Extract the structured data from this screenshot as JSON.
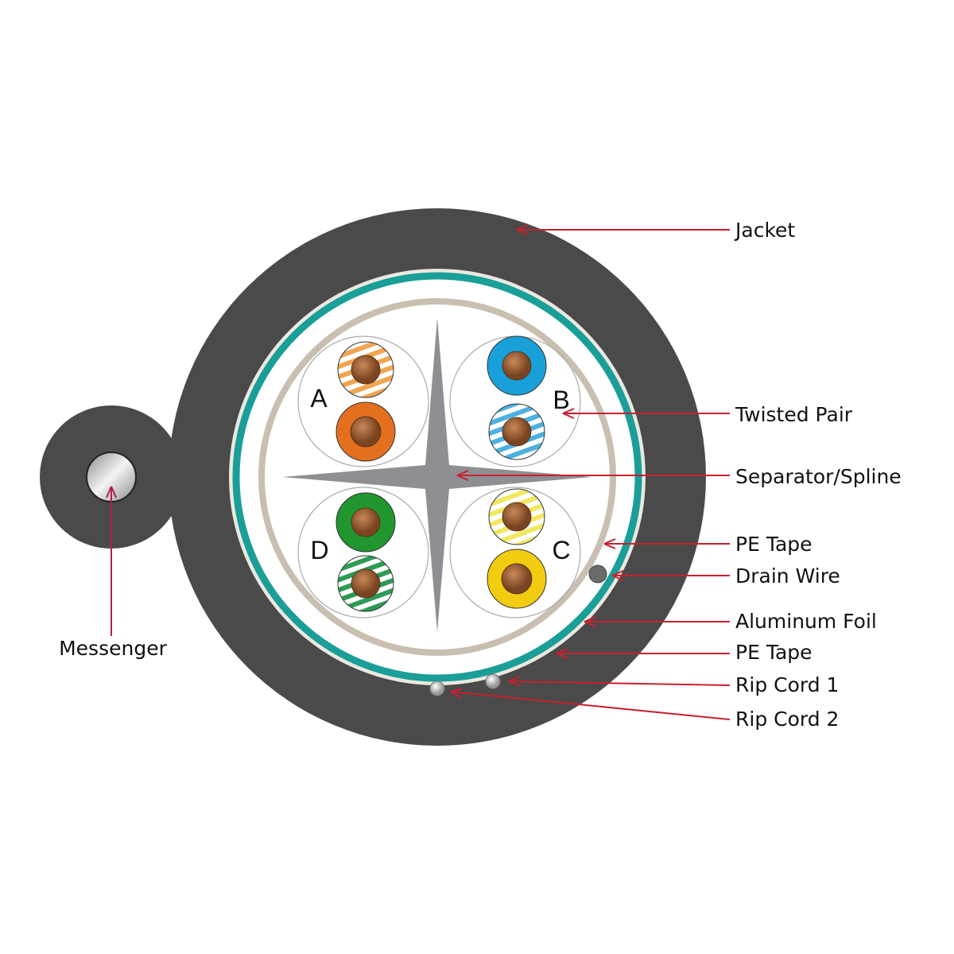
{
  "labels": {
    "jacket": "Jacket",
    "twisted_pair": "Twisted Pair",
    "separator": "Separator/Spline",
    "pe_tape_inner": "PE Tape",
    "drain_wire": "Drain Wire",
    "aluminum_foil": "Aluminum Foil",
    "pe_tape_outer": "PE Tape",
    "rip_cord_1": "Rip Cord 1",
    "rip_cord_2": "Rip Cord 2",
    "messenger": "Messenger"
  },
  "pairs": {
    "a": "A",
    "b": "B",
    "c": "C",
    "d": "D"
  },
  "colors": {
    "jacket": "#4a4a4a",
    "foil": "#1a9e98",
    "pe_tape": "#c8bfb0",
    "spline": "#8f8f93",
    "leader": "#c8202f",
    "orange": "#e3701e",
    "blue": "#1aa0d8",
    "green": "#22962e",
    "yellow": "#f2cc10",
    "copper": "#9a5a2e"
  }
}
